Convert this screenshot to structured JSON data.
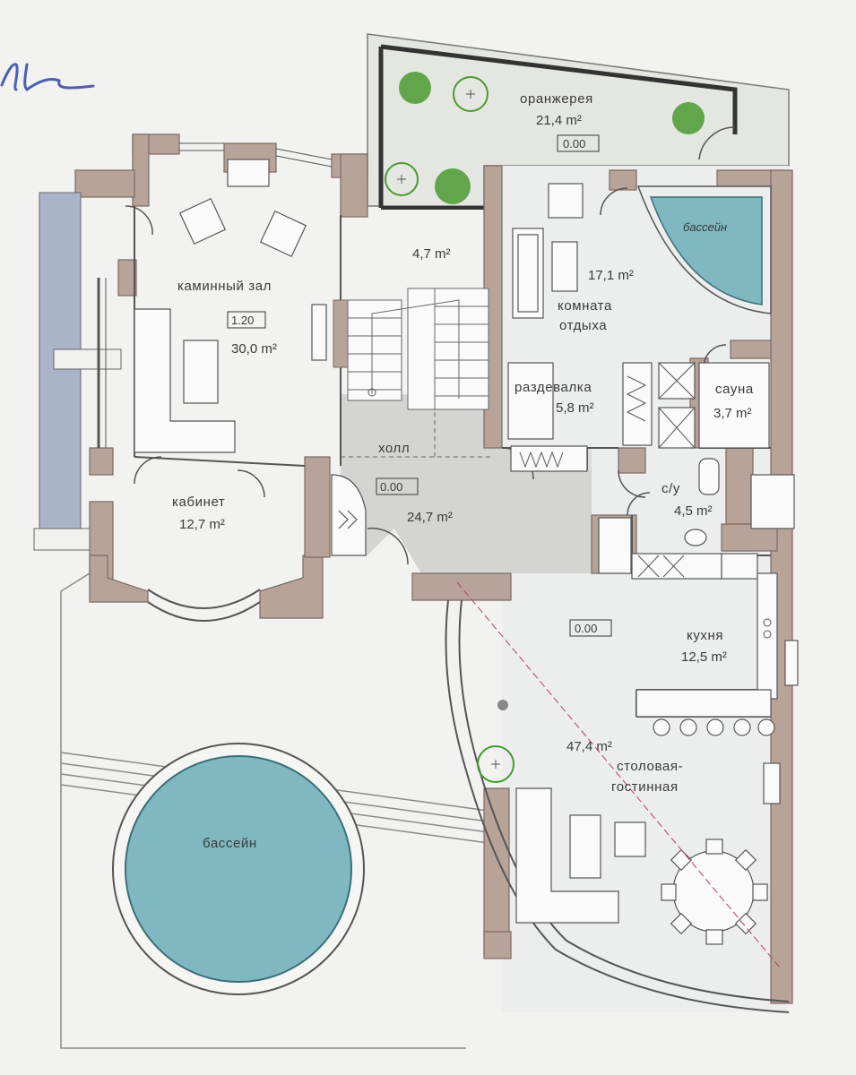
{
  "corner_mark": "н",
  "rooms": {
    "orangery": {
      "name": "оранжерея",
      "area": "21,4 m²",
      "level": "0.00"
    },
    "vestibule": {
      "area": "4,7 m²"
    },
    "fireplace_hall": {
      "name": "каминный зал",
      "area": "30,0 m²",
      "level": "1.20"
    },
    "relax_room": {
      "name_line1": "комната",
      "name_line2": "отдыха",
      "area": "17,1 m²"
    },
    "indoor_pool": {
      "name": "бассейн"
    },
    "changing_room": {
      "name": "раздевалка",
      "area": "5,8 m²"
    },
    "sauna": {
      "name": "сауна",
      "area": "3,7 m²"
    },
    "hall": {
      "name": "холл",
      "area": "24,7 m²",
      "level": "0.00"
    },
    "study": {
      "name": "кабинет",
      "area": "12,7 m²"
    },
    "wc": {
      "name": "с/у",
      "area": "4,5 m²"
    },
    "kitchen": {
      "name": "кухня",
      "area": "12,5 m²",
      "level": "0.00"
    },
    "dining_living": {
      "name_line1": "столовая-",
      "name_line2": "гостинная",
      "area": "47,4 m²"
    },
    "outdoor_pool": {
      "name": "бассейн"
    }
  },
  "colors": {
    "wall": "#b8a398",
    "wall_stroke": "#7c6a62",
    "floor_gray": "#d4d4d2",
    "pool": "#7fb8c0",
    "pool_edge": "#3c6f78",
    "glazing": "#a9b3c9",
    "plant": "#4a9a30",
    "ink": "#555555"
  }
}
